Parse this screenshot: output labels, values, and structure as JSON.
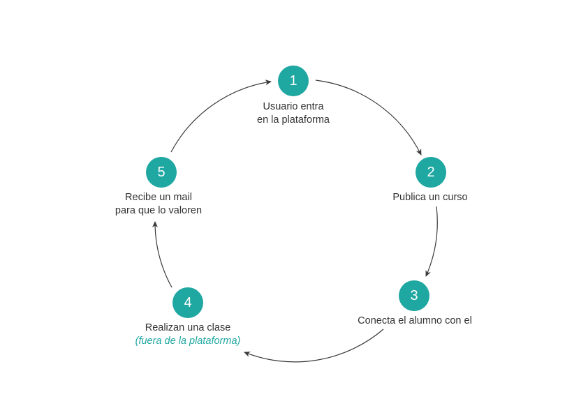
{
  "colors": {
    "accent": "#1fa7a1",
    "text": "#333333",
    "arrow": "#3a3a3a",
    "background": "#ffffff"
  },
  "steps": [
    {
      "number": "1",
      "lines": [
        "Usuario entra",
        "en la plataforma"
      ]
    },
    {
      "number": "2",
      "lines": [
        "Publica un curso"
      ]
    },
    {
      "number": "3",
      "lines": [
        "Conecta el alumno con el"
      ]
    },
    {
      "number": "4",
      "lines": [
        "Realizan una clase"
      ],
      "note": "(fuera de la plataforma)"
    },
    {
      "number": "5",
      "lines": [
        "Recibe un mail",
        "para que lo valoren"
      ]
    }
  ]
}
